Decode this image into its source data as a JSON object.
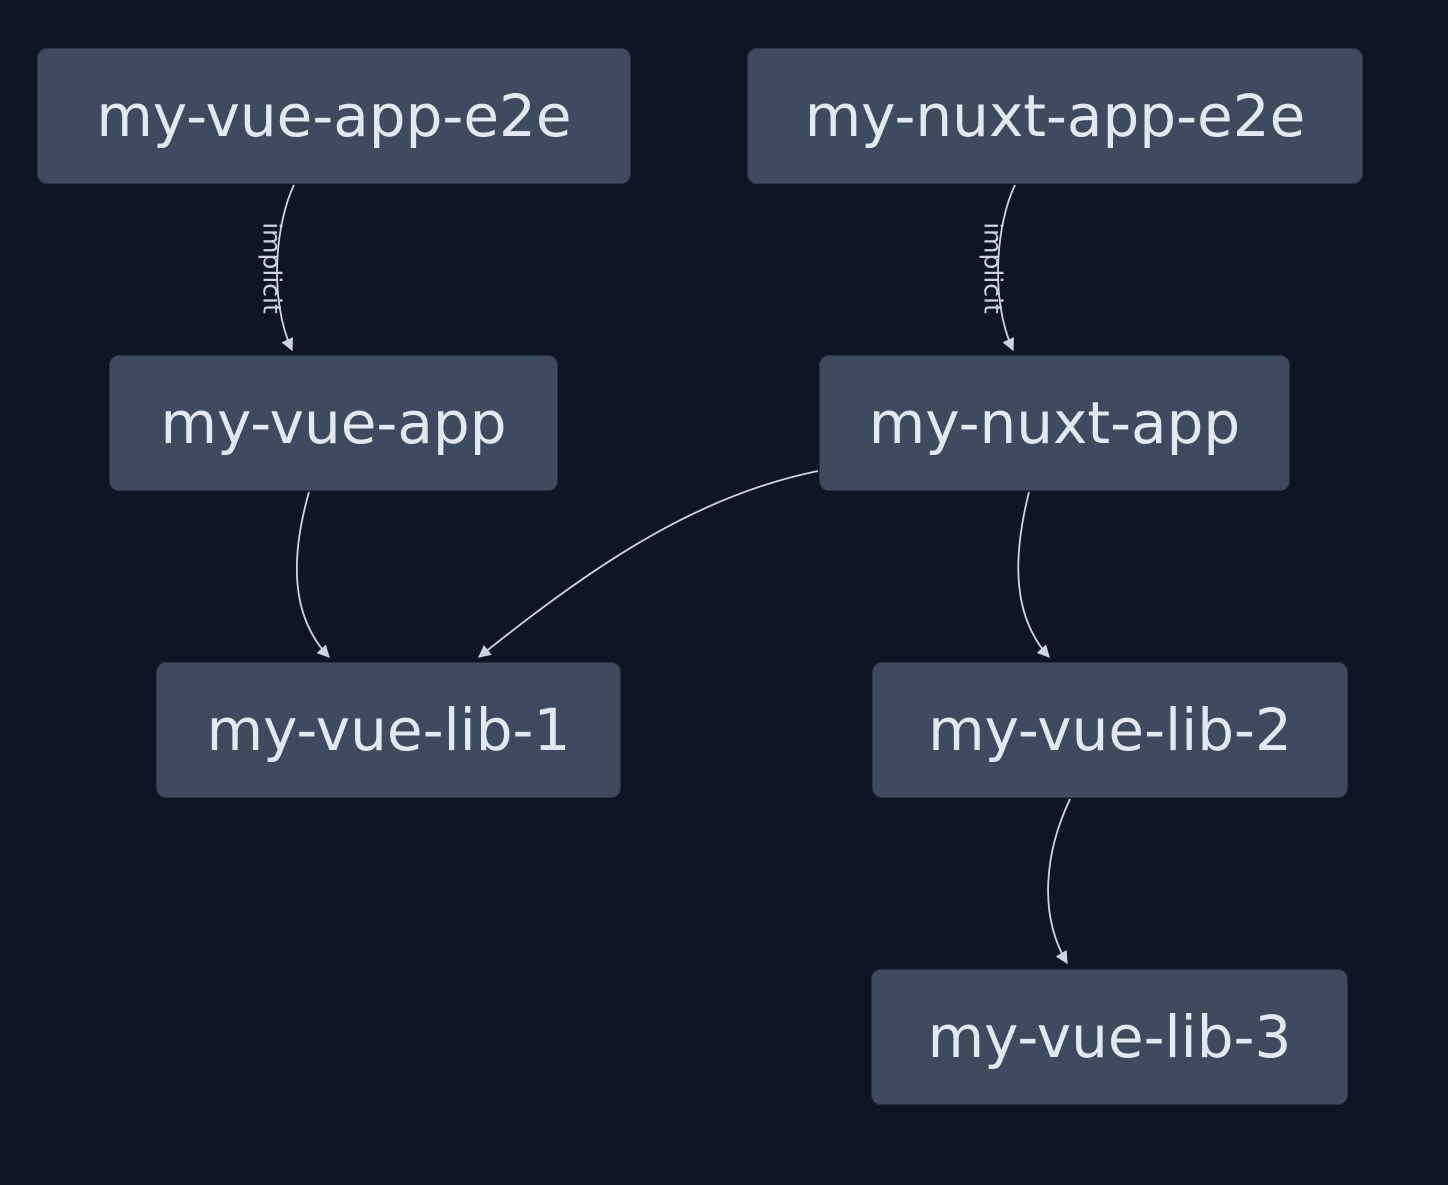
{
  "graph": {
    "colors": {
      "background": "#0f1623",
      "node_fill": "#3e4a5d",
      "node_text": "#e2e8f0",
      "edge": "#cbd5e1",
      "edge_label": "#cbd5e1"
    },
    "nodes": [
      {
        "id": "my-vue-app-e2e",
        "label": "my-vue-app-e2e"
      },
      {
        "id": "my-nuxt-app-e2e",
        "label": "my-nuxt-app-e2e"
      },
      {
        "id": "my-vue-app",
        "label": "my-vue-app"
      },
      {
        "id": "my-nuxt-app",
        "label": "my-nuxt-app"
      },
      {
        "id": "my-vue-lib-1",
        "label": "my-vue-lib-1"
      },
      {
        "id": "my-vue-lib-2",
        "label": "my-vue-lib-2"
      },
      {
        "id": "my-vue-lib-3",
        "label": "my-vue-lib-3"
      }
    ],
    "edges": [
      {
        "from": "my-vue-app-e2e",
        "to": "my-vue-app",
        "label": "implicit"
      },
      {
        "from": "my-nuxt-app-e2e",
        "to": "my-nuxt-app",
        "label": "implicit"
      },
      {
        "from": "my-vue-app",
        "to": "my-vue-lib-1",
        "label": ""
      },
      {
        "from": "my-nuxt-app",
        "to": "my-vue-lib-1",
        "label": ""
      },
      {
        "from": "my-nuxt-app",
        "to": "my-vue-lib-2",
        "label": ""
      },
      {
        "from": "my-vue-lib-2",
        "to": "my-vue-lib-3",
        "label": ""
      }
    ]
  }
}
